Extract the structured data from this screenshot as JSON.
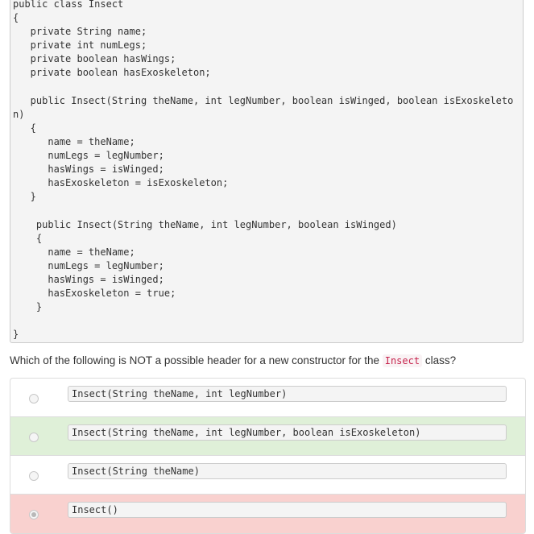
{
  "code_block": {
    "lines": [
      "public class Insect",
      "{",
      "   private String name;",
      "   private int numLegs;",
      "   private boolean hasWings;",
      "   private boolean hasExoskeleton;",
      "",
      "   public Insect(String theName, int legNumber, boolean isWinged, boolean isExoskeleto",
      "n)",
      "   {",
      "      name = theName;",
      "      numLegs = legNumber;",
      "      hasWings = isWinged;",
      "      hasExoskeleton = isExoskeleton;",
      "   }",
      "",
      "    public Insect(String theName, int legNumber, boolean isWinged)",
      "    {",
      "      name = theName;",
      "      numLegs = legNumber;",
      "      hasWings = isWinged;",
      "      hasExoskeleton = true;",
      "    }",
      "",
      "}"
    ]
  },
  "question": {
    "text_before": "Which of the following is NOT a possible header for a new constructor for the ",
    "code_term": "Insect",
    "text_after": " class?"
  },
  "options": [
    {
      "code": "Insect(String theName, int legNumber)",
      "state": "neutral",
      "selected": false
    },
    {
      "code": "Insect(String theName, int legNumber, boolean isExoskeleton)",
      "state": "correct",
      "selected": false
    },
    {
      "code": "Insect(String theName)",
      "state": "neutral",
      "selected": false
    },
    {
      "code": "Insect()",
      "state": "incorrect",
      "selected": true
    }
  ],
  "colors": {
    "correct_bg": "#dff0d8",
    "incorrect_bg": "#f9d1cf",
    "inline_code": "#c7254e"
  }
}
